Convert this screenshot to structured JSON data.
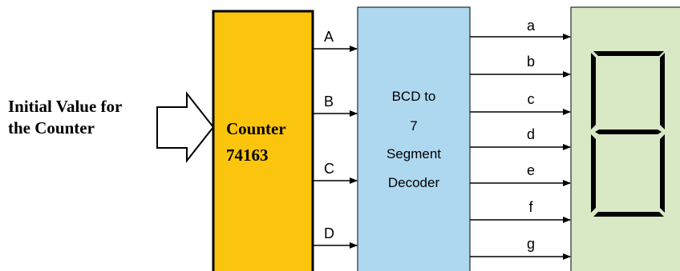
{
  "input_label": {
    "line1": "Initial Value for",
    "line2": "the Counter"
  },
  "counter": {
    "line1": "Counter",
    "line2": "74163",
    "fill": "#FBC50E"
  },
  "decoder": {
    "line1": "BCD to",
    "line2": "7",
    "line3": "Segment",
    "line4": "Decoder",
    "fill": "#AED8F0"
  },
  "display": {
    "fill": "#D9E8C5"
  },
  "bcd_outputs": [
    "A",
    "B",
    "C",
    "D"
  ],
  "segment_outputs": [
    "a",
    "b",
    "c",
    "d",
    "e",
    "f",
    "g"
  ]
}
